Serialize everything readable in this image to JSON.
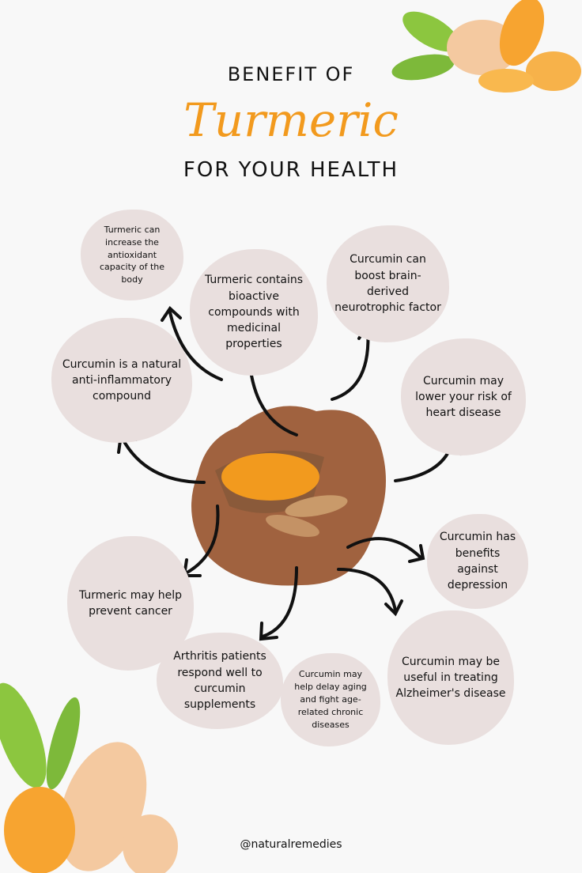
{
  "header": {
    "line1": "BENEFIT OF",
    "line2": "Turmeric",
    "line3": "FOR YOUR HEALTH"
  },
  "benefits": [
    "Turmeric can increase the antioxidant capacity of the body",
    "Turmeric contains bioactive compounds with medicinal properties",
    "Curcumin can boost brain-derived neurotrophic factor",
    "Curcumin is a natural anti-inflammatory compound",
    "Curcumin may lower your risk of heart disease",
    "Curcumin has benefits against depression",
    "Turmeric may help prevent cancer",
    "Curcumin may be useful in treating Alzheimer's disease",
    "Arthritis patients respond well to curcumin supplements",
    "Curcumin may help delay aging and fight age-related chronic diseases"
  ],
  "footer": {
    "handle": "@naturalremedies"
  },
  "colors": {
    "accent": "#f29a1e",
    "bubble": "#e9dfde",
    "center": "#a0623f"
  }
}
